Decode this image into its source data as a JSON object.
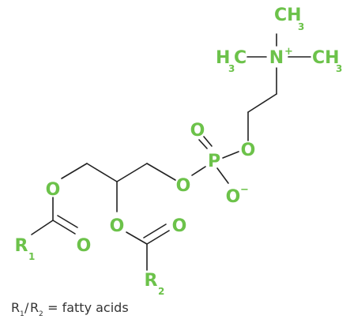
{
  "colors": {
    "atom": "#6cc24a",
    "bond": "#222222",
    "legend": "#333333"
  },
  "atoms": {
    "o_ester1": "O",
    "o_carbonyl1": "O",
    "r1_letter": "R",
    "r1_sub": "1",
    "o_ester2": "O",
    "o_carbonyl2": "O",
    "r2_letter": "R",
    "r2_sub": "2",
    "o_phos_bridge": "O",
    "p": "P",
    "o_phos_double": "O",
    "o_phos_minus": "O",
    "o_minus_charge": "−",
    "o_phos_choline": "O",
    "n": "N",
    "n_charge": "+",
    "ch3_top_c": "CH",
    "ch3_top_sub": "3",
    "ch3_left_h": "H",
    "ch3_left_sub": "3",
    "ch3_left_c": "C",
    "ch3_right_c": "CH",
    "ch3_right_sub": "3"
  },
  "legend": {
    "r1": "R",
    "r1_sub": "1",
    "slash": "/",
    "r2": "R",
    "r2_sub": "2",
    "text": " = fatty acids"
  }
}
